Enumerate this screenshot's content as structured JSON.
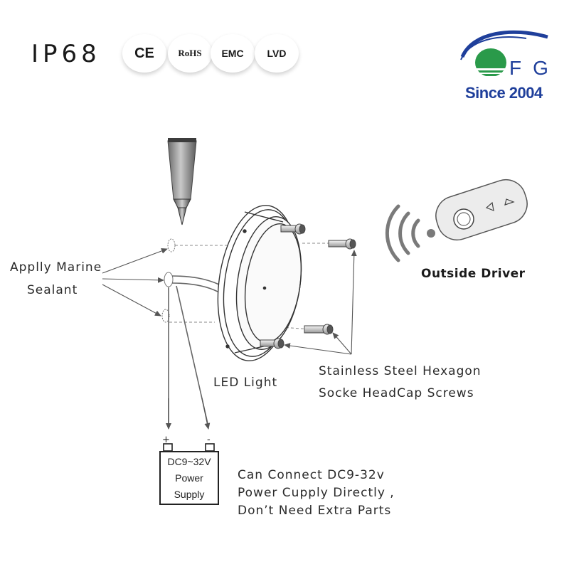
{
  "header": {
    "rating": "IP68",
    "certifications": [
      "CE",
      "RoHS",
      "EMC",
      "LVD"
    ]
  },
  "logo": {
    "letters": "FG",
    "tagline": "Since 2004",
    "colors": {
      "blue": "#1f3f9b",
      "green": "#2a9a4a"
    }
  },
  "labels": {
    "sealant_line1": "Applly Marine",
    "sealant_line2": "Sealant",
    "led_light": "LED  Light",
    "screws_line1": "Stainless Steel Hexagon",
    "screws_line2": "Socke HeadCap Screws",
    "outside_driver": "Outside Driver"
  },
  "power_supply": {
    "line1": "DC9~32V",
    "line2": "Power",
    "line3": "Supply",
    "terminal_positive": "+",
    "terminal_negative": "-"
  },
  "note": {
    "line1": "Can Connect DC9-32v",
    "line2": "Power Cupply Directly ,",
    "line3": "Don’t Need  Extra  Parts"
  }
}
